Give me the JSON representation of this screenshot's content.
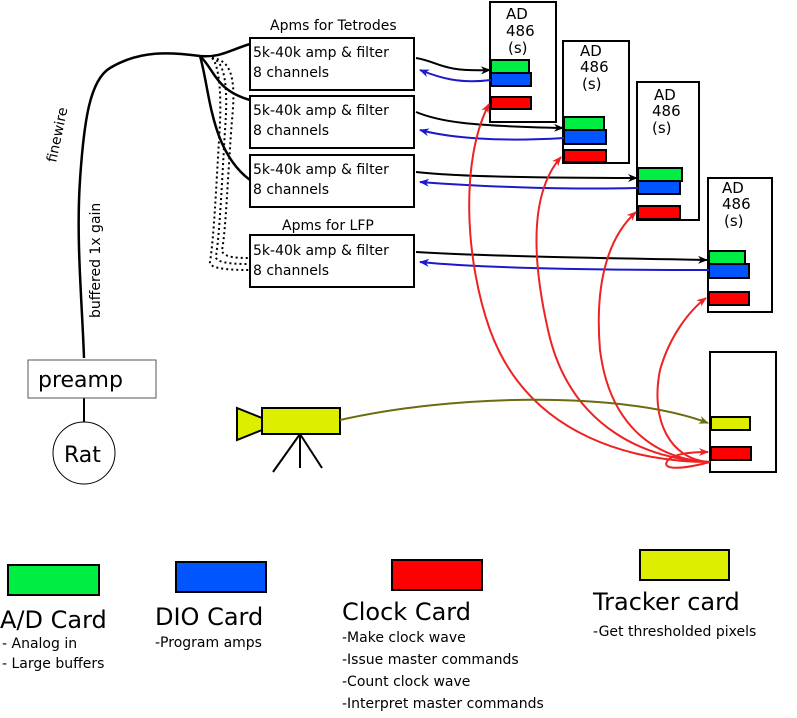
{
  "labels": {
    "amps_tetrodes": "Apms for Tetrodes",
    "amps_lfp": "Apms for LFP",
    "firewire": "finewire",
    "buffered": "buffered 1x gain",
    "preamp": "preamp",
    "rat": "Rat"
  },
  "amp_boxes": [
    {
      "line1": "5k-40k amp & filter",
      "line2": "8 channels"
    },
    {
      "line1": "5k-40k amp & filter",
      "line2": "8 channels"
    },
    {
      "line1": "5k-40k amp & filter",
      "line2": "8 channels"
    },
    {
      "line1": "5k-40k amp & filter",
      "line2": "8 channels"
    }
  ],
  "computers": [
    {
      "line1": "AD",
      "line2": "486",
      "line3": "(s)"
    },
    {
      "line1": "AD",
      "line2": "486",
      "line3": "(s)"
    },
    {
      "line1": "AD",
      "line2": "486",
      "line3": "(s)"
    },
    {
      "line1": "AD",
      "line2": "486",
      "line3": "(s)"
    }
  ],
  "legend": [
    {
      "title": "A/D Card",
      "color": "#00ee44",
      "lines": [
        "- Analog in",
        "- Large buffers"
      ]
    },
    {
      "title": "DIO Card",
      "color": "#0055ff",
      "lines": [
        "-Program amps"
      ]
    },
    {
      "title": "Clock Card",
      "color": "#ff0000",
      "lines": [
        "-Make clock wave",
        "-Issue master commands",
        "-Count clock wave",
        "-Interpret master commands"
      ]
    },
    {
      "title": "Tracker card",
      "color": "#ddee00",
      "lines": [
        "-Get thresholded pixels"
      ]
    }
  ],
  "colors": {
    "ad": "#00ee44",
    "dio": "#0055ff",
    "clock": "#ff0000",
    "tracker": "#ddee00",
    "clock_wire": "#ee2222",
    "tracker_wire": "#6b6b10",
    "dio_wire": "#1a1acc"
  }
}
